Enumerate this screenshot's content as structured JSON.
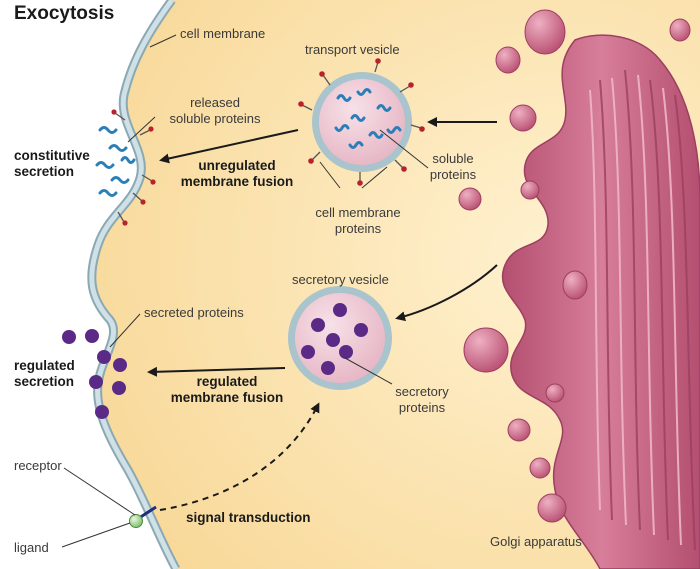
{
  "title": "Exocytosis",
  "labels": {
    "cell_membrane": "cell membrane",
    "transport_vesicle": "transport vesicle",
    "released_soluble_proteins": [
      "released",
      "soluble proteins"
    ],
    "constitutive_secretion": [
      "constitutive",
      "secretion"
    ],
    "unregulated_membrane_fusion": [
      "unregulated",
      "membrane fusion"
    ],
    "soluble_proteins": [
      "soluble",
      "proteins"
    ],
    "cell_membrane_proteins": [
      "cell membrane",
      "proteins"
    ],
    "secretory_vesicle": "secretory vesicle",
    "secreted_proteins": "secreted proteins",
    "regulated_secretion": [
      "regulated",
      "secretion"
    ],
    "regulated_membrane_fusion": [
      "regulated",
      "membrane fusion"
    ],
    "secretory_proteins": [
      "secretory",
      "proteins"
    ],
    "receptor": "receptor",
    "ligand": "ligand",
    "signal_transduction": "signal transduction",
    "golgi_apparatus": "Golgi apparatus"
  },
  "colors": {
    "cytoplasm": "#fbe3b0",
    "membrane": "#a9c4cc",
    "golgi": "#c4607e",
    "protein_purple": "#5b2a86",
    "soluble_protein": "#2a7fb8",
    "membrane_protein": "#b8232b",
    "ligand": "#9bd28a"
  }
}
